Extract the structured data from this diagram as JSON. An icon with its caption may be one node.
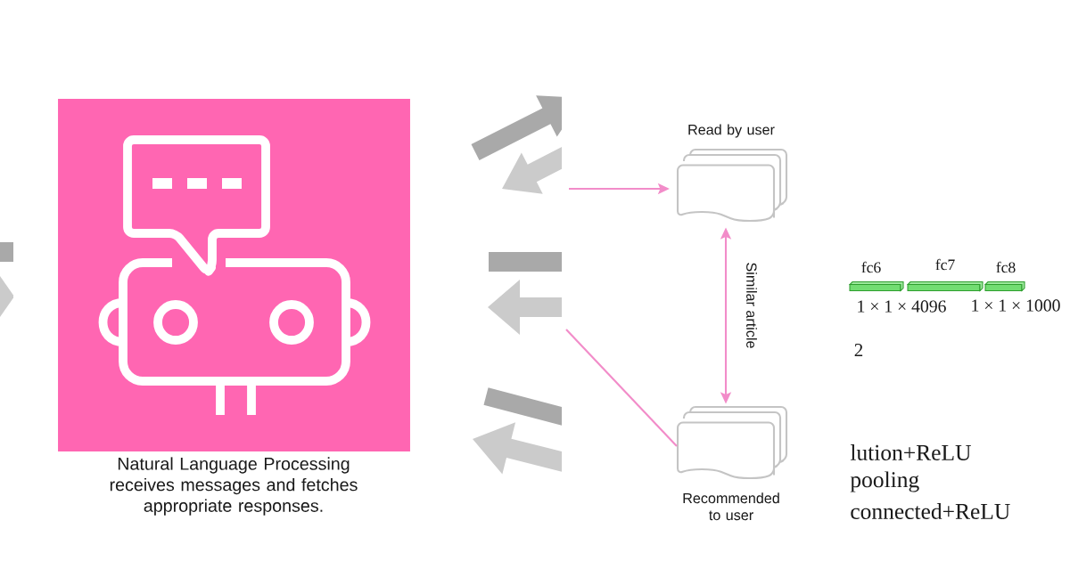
{
  "diagram": {
    "nodes": [
      {
        "text": [],
        "shape": "box",
        "beside": [
          "Natural Language Processing receives messages and fetches appropriate responses."
        ]
      },
      {
        "text": [
          "Read by user"
        ]
      },
      {
        "text": [
          "Recommended to user"
        ]
      },
      {
        "text": [
          "fc6"
        ]
      },
      {
        "text": [
          "fc7"
        ]
      },
      {
        "text": [
          "fc8"
        ]
      }
    ],
    "edges": [
      {
        "from": null,
        "to": 1,
        "arrow": "to"
      },
      {
        "from": 1,
        "to": 2,
        "arrow": "both",
        "label": "Similar article"
      },
      {
        "from": null,
        "to": 2,
        "arrow": "none"
      }
    ],
    "labels": [
      "1 × 1 × 4096",
      "1 × 1 × 1000",
      "2",
      "lution+ReLU",
      "pooling",
      "connected+ReLU"
    ]
  }
}
